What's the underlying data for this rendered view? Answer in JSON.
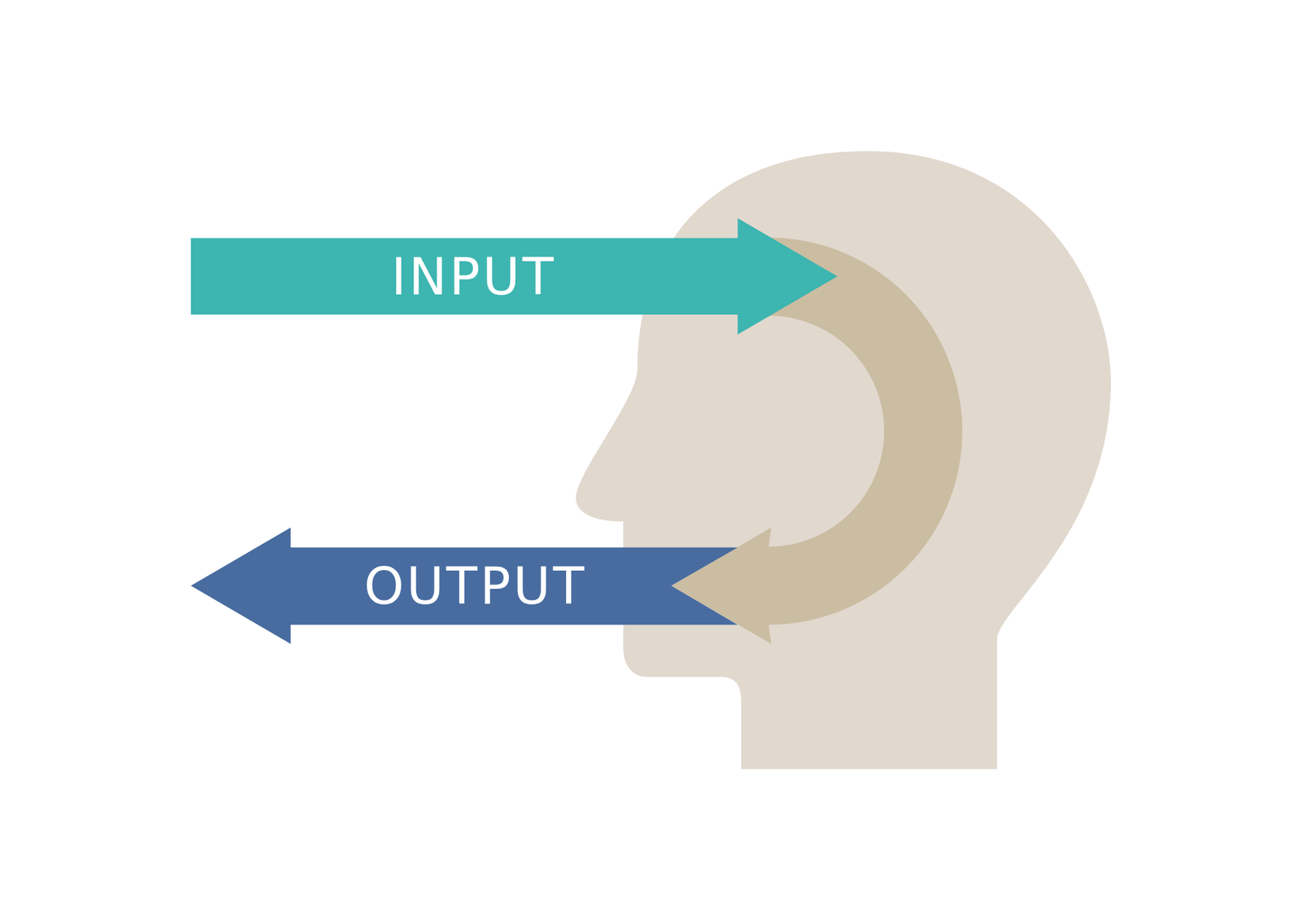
{
  "diagram": {
    "nodes": [
      {
        "text": [
          "INPUT"
        ]
      },
      {
        "text": [
          "OUTPUT"
        ]
      }
    ],
    "edges": [
      {
        "from": 0,
        "to": 1,
        "arrow": "to"
      }
    ]
  }
}
